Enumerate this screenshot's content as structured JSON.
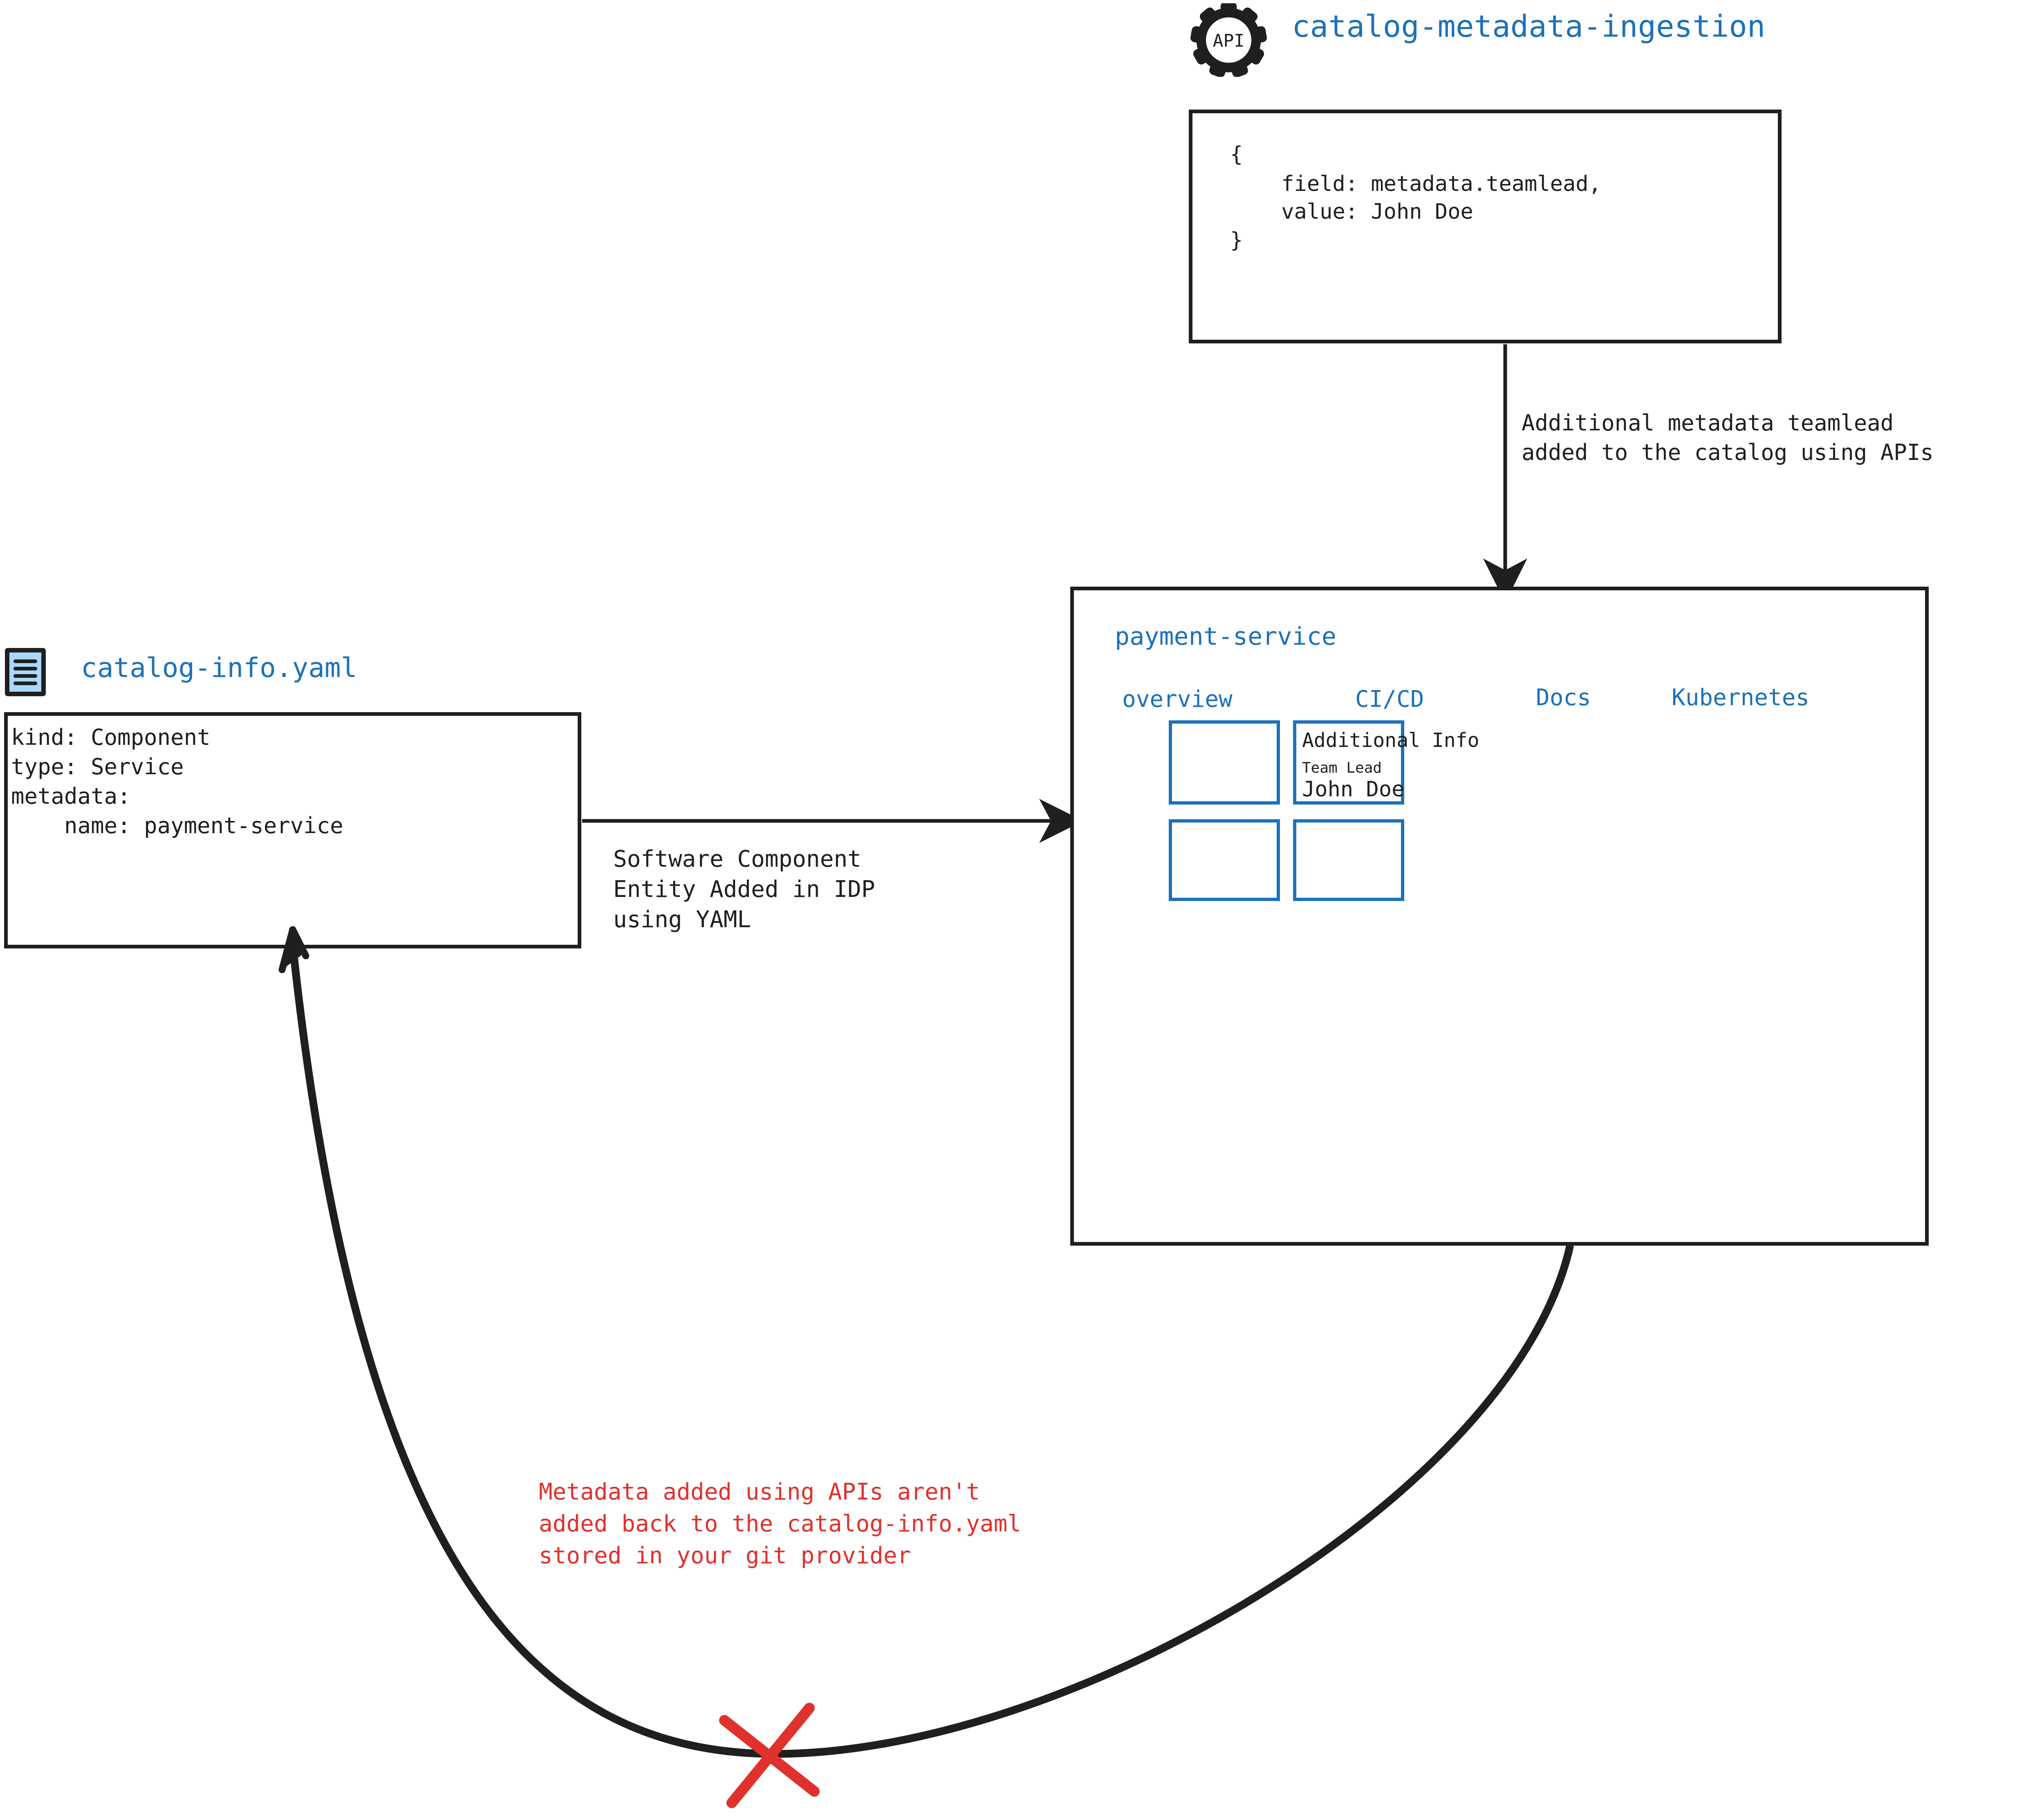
{
  "api_node": {
    "icon_name": "api-gear-icon",
    "icon_text": "API",
    "title": "catalog-metadata-ingestion",
    "code_lines": [
      "{",
      "    field: metadata.teamlead,",
      "    value: John Doe",
      "}"
    ]
  },
  "api_arrow": {
    "label_line1": "Additional metadata teamlead",
    "label_line2": "added to the catalog using APIs"
  },
  "yaml_node": {
    "icon_name": "yaml-file-icon",
    "title": "catalog-info.yaml",
    "code_lines": [
      "kind: Component",
      "type: Service",
      "metadata:",
      "    name: payment-service"
    ]
  },
  "yaml_arrow": {
    "label_line1": "Software Component",
    "label_line2": "Entity Added in IDP",
    "label_line3": "using YAML"
  },
  "idp_panel": {
    "title": "payment-service",
    "tabs": [
      {
        "label": "overview"
      },
      {
        "label": "CI/CD"
      },
      {
        "label": "Docs"
      },
      {
        "label": "Kubernetes"
      }
    ],
    "cards": [
      {
        "name": "overview-card",
        "title": "",
        "field_label": "",
        "field_value": ""
      },
      {
        "name": "additional-info-card",
        "title": "Additional Info",
        "field_label": "Team Lead",
        "field_value": "John Doe"
      },
      {
        "name": "bottom-left-card",
        "title": "",
        "field_label": "",
        "field_value": ""
      },
      {
        "name": "bottom-right-card",
        "title": "",
        "field_label": "",
        "field_value": ""
      }
    ]
  },
  "warning": {
    "line1": "Metadata added using APIs aren't",
    "line2": "added back to the catalog-info.yaml",
    "line3": "stored in your git provider",
    "marker_name": "red-x-blocked-marker"
  },
  "colors": {
    "accent_blue": "#1d71b8",
    "ink": "#1f1f1f",
    "warning_red": "#e0312c",
    "icon_fill": "#a8d8fb"
  }
}
